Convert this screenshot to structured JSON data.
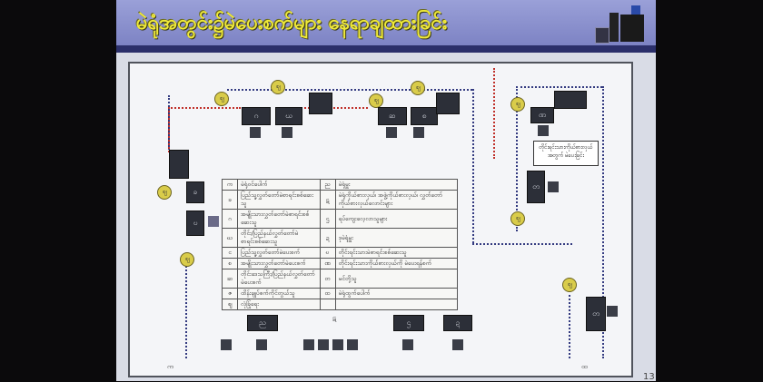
{
  "title": "မဲရုံအတွင်း၌မဲပေးစက်များ နေရာချထားခြင်း",
  "page_number": "13",
  "legend": [
    {
      "k": "က",
      "v": "မဲရုံဝင်ပေါက်",
      "k2": "ည",
      "v2": "မဲရုံမှူး"
    },
    {
      "k": "ခ",
      "v": "ပြည်သူ့လွှတ်တော်မဲစာရင်းစစ်ဆေးသူ",
      "k2": "ဋ",
      "v2": "မဲရုံကိုယ်စားလှယ်၊ အဖွဲ့ကိုယ်စားလှယ်၊ လွှတ်တော်ကိုယ်စားလှယ်လောင်းများ"
    },
    {
      "k": "ဂ",
      "v": "အမျိုးသားလွှတ်တော်မဲစာရင်းစစ်ဆေးသူ",
      "k2": "ဌ",
      "v2": "ရပ်ကျေးလေ့လာသူများ"
    },
    {
      "k": "ဃ",
      "v": "တိုင်း/ပြည်နယ်လွှတ်တော်မဲစာရင်းစစ်ဆေးသူ",
      "k2": "ဍ",
      "v2": "ဒုမဲရုံမှူး"
    },
    {
      "k": "င",
      "v": "ပြည်သူ့လွှတ်တော်မဲပေးစက်",
      "k2": "ဎ",
      "v2": "တိုင်းရင်းသားမဲစာရင်းစစ်ဆေးသူ"
    },
    {
      "k": "စ",
      "v": "အမျိုးသားလွှတ်တော်မဲပေးစက်",
      "k2": "ဏ",
      "v2": "တိုင်းရင်းသားကိုယ်စားလှယ်ကို မဲပေးရန်စက်"
    },
    {
      "k": "ဆ",
      "v": "တိုင်းဒေသကြီး/ပြည်နယ်လွှတ်တော်မဲပေးစက်",
      "k2": "တ",
      "v2": "မင်တို့သူ"
    },
    {
      "k": "ဇ",
      "v": "ထိန်းချုပ်စက်ကိုင်တွယ်သူ",
      "k2": "ထ",
      "v2": "မဲရုံထွက်ပေါက်"
    },
    {
      "k": "ဈ",
      "v": "လုံခြုံရေး",
      "k2": "",
      "v2": ""
    }
  ],
  "note": "တိုင်းရင်းသားကိုယ်စားလှယ် အတွက် မဲပေးခြင်း",
  "boxes": {
    "b1": "ဂ",
    "b2": "ဃ",
    "b3": "ဆ",
    "b4": "စ",
    "b5": "ခ",
    "b6": "ဎ",
    "b7": "ဏ",
    "b8": "တ",
    "b9": "ည",
    "b10": "ဋ",
    "b11": "ဌ",
    "b12": "ဍ"
  },
  "markers": {
    "guard": "ဈ",
    "entry": "က",
    "exit": "ထ"
  }
}
